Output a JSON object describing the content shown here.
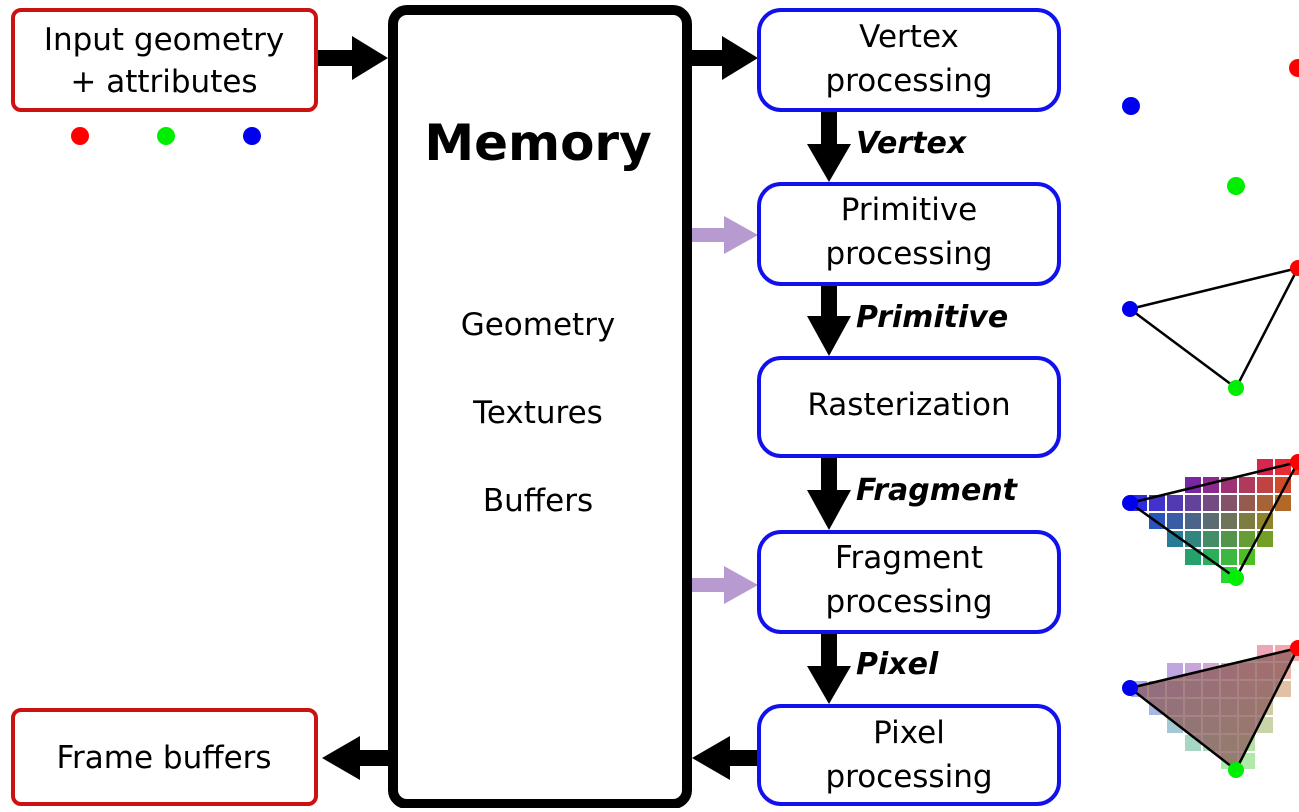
{
  "input_box": {
    "line1": "Input geometry",
    "line2": "+ attributes"
  },
  "frame_box": {
    "label": "Frame buffers"
  },
  "memory": {
    "title": "Memory",
    "items": [
      "Geometry",
      "Textures",
      "Buffers"
    ]
  },
  "pipeline": [
    {
      "line1": "Vertex",
      "line2": "processing"
    },
    {
      "line1": "Primitive",
      "line2": "processing"
    },
    {
      "line1": "Rasterization",
      "line2": ""
    },
    {
      "line1": "Fragment",
      "line2": "processing"
    },
    {
      "line1": "Pixel",
      "line2": "processing"
    }
  ],
  "stage_labels": [
    "Vertex",
    "Primitive",
    "Fragment",
    "Pixel"
  ],
  "colors": {
    "input_border": "#cc1111",
    "pipeline_border": "#1111ee",
    "memory_border": "#000000",
    "memory_arrow": "#b79ad0",
    "vertex_red": "#ff0000",
    "vertex_green": "#00ee00",
    "vertex_blue": "#0000ee"
  }
}
